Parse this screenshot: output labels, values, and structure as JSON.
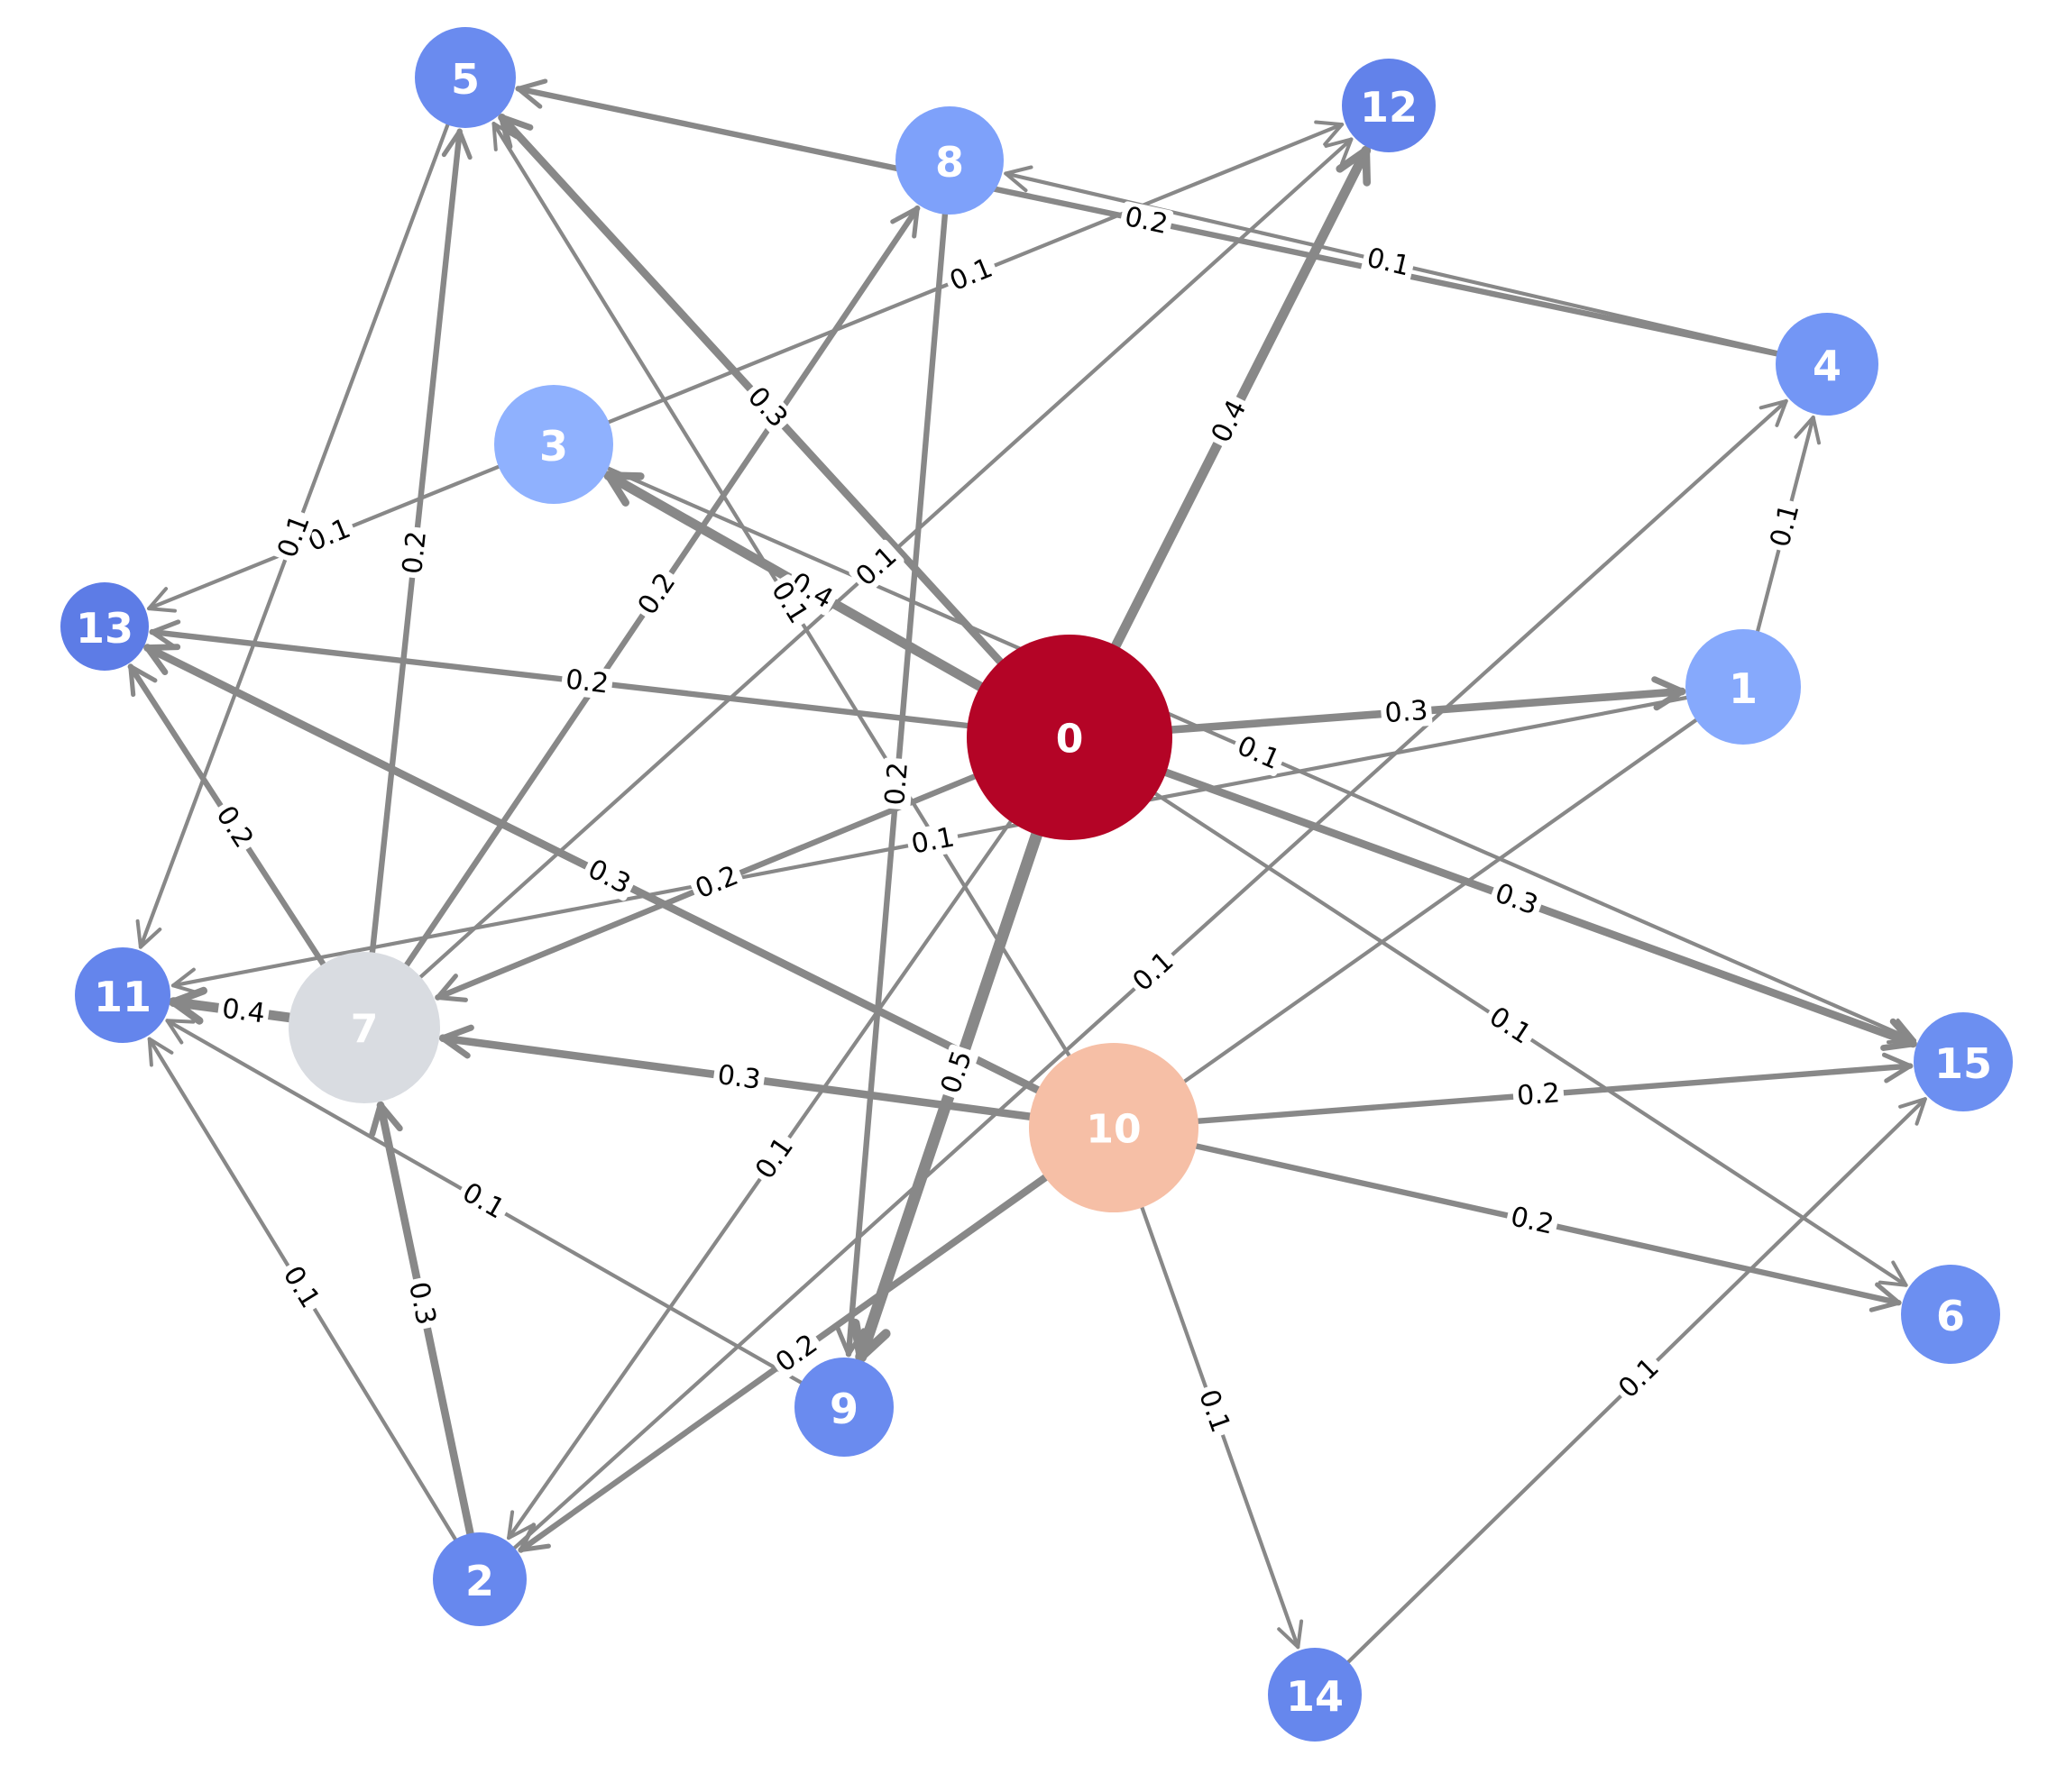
{
  "diagram": {
    "type": "directed-weighted-graph",
    "nodes": [
      {
        "id": "0",
        "label": "0",
        "color": "#b40426"
      },
      {
        "id": "1",
        "label": "1",
        "color": "#86a9fc"
      },
      {
        "id": "2",
        "label": "2",
        "color": "#6788ee"
      },
      {
        "id": "3",
        "label": "3",
        "color": "#8fb1fe"
      },
      {
        "id": "4",
        "label": "4",
        "color": "#7396f5"
      },
      {
        "id": "5",
        "label": "5",
        "color": "#6a8bef"
      },
      {
        "id": "6",
        "label": "6",
        "color": "#6c8ff1"
      },
      {
        "id": "7",
        "label": "7",
        "color": "#d9dce1"
      },
      {
        "id": "8",
        "label": "8",
        "color": "#7ea1fa"
      },
      {
        "id": "9",
        "label": "9",
        "color": "#6a8bef"
      },
      {
        "id": "10",
        "label": "10",
        "color": "#f6bfa6"
      },
      {
        "id": "11",
        "label": "11",
        "color": "#6485ec"
      },
      {
        "id": "12",
        "label": "12",
        "color": "#6282ea"
      },
      {
        "id": "13",
        "label": "13",
        "color": "#5d7ce6"
      },
      {
        "id": "14",
        "label": "14",
        "color": "#6687ed"
      },
      {
        "id": "15",
        "label": "15",
        "color": "#6c8ff1"
      }
    ],
    "edges": [
      {
        "source": "0",
        "target": "1",
        "weight": "0.3"
      },
      {
        "source": "0",
        "target": "12",
        "weight": "0.4"
      },
      {
        "source": "0",
        "target": "9",
        "weight": "0.5"
      },
      {
        "source": "0",
        "target": "3",
        "weight": "0.4"
      },
      {
        "source": "0",
        "target": "13",
        "weight": "0.2"
      },
      {
        "source": "0",
        "target": "15",
        "weight": "0.3"
      },
      {
        "source": "0",
        "target": "5",
        "weight": "0.3"
      },
      {
        "source": "0",
        "target": "6",
        "weight": "0.1"
      },
      {
        "source": "0",
        "target": "2",
        "weight": "0.1"
      },
      {
        "source": "0",
        "target": "7",
        "weight": "0.2"
      },
      {
        "source": "1",
        "target": "4",
        "weight": "0.1"
      },
      {
        "source": "1",
        "target": "11",
        "weight": "0.1"
      },
      {
        "source": "1",
        "target": "2",
        "weight": "0.1"
      },
      {
        "source": "2",
        "target": "7",
        "weight": "0.3"
      },
      {
        "source": "2",
        "target": "11",
        "weight": "0.1"
      },
      {
        "source": "2",
        "target": "4",
        "weight": "0.1"
      },
      {
        "source": "3",
        "target": "12",
        "weight": "0.1"
      },
      {
        "source": "3",
        "target": "13",
        "weight": "0.1"
      },
      {
        "source": "3",
        "target": "15",
        "weight": "0.1"
      },
      {
        "source": "4",
        "target": "5",
        "weight": "0.2"
      },
      {
        "source": "4",
        "target": "8",
        "weight": "0.1"
      },
      {
        "source": "5",
        "target": "11",
        "weight": "0.1"
      },
      {
        "source": "7",
        "target": "5",
        "weight": "0.2"
      },
      {
        "source": "7",
        "target": "13",
        "weight": "0.2"
      },
      {
        "source": "7",
        "target": "11",
        "weight": "0.4"
      },
      {
        "source": "7",
        "target": "12",
        "weight": "0.1"
      },
      {
        "source": "7",
        "target": "8",
        "weight": "0.2"
      },
      {
        "source": "8",
        "target": "9",
        "weight": "0.2"
      },
      {
        "source": "9",
        "target": "11",
        "weight": "0.1"
      },
      {
        "source": "10",
        "target": "5",
        "weight": "0.1"
      },
      {
        "source": "10",
        "target": "13",
        "weight": "0.3"
      },
      {
        "source": "10",
        "target": "15",
        "weight": "0.2"
      },
      {
        "source": "10",
        "target": "6",
        "weight": "0.2"
      },
      {
        "source": "10",
        "target": "14",
        "weight": "0.1"
      },
      {
        "source": "10",
        "target": "7",
        "weight": "0.3"
      },
      {
        "source": "10",
        "target": "2",
        "weight": "0.2"
      },
      {
        "source": "14",
        "target": "15",
        "weight": "0.1"
      }
    ]
  }
}
